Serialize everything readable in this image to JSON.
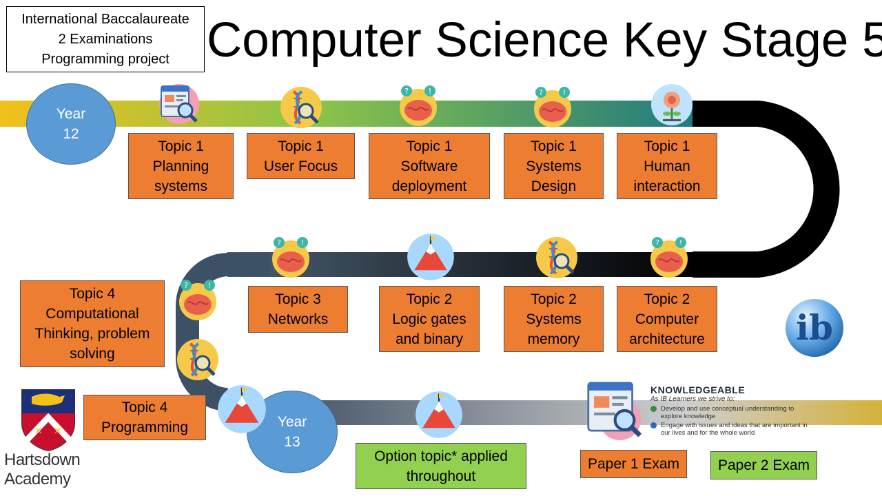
{
  "header": {
    "info_lines": [
      "International Baccalaureate",
      "2 Examinations",
      "Programming project"
    ],
    "title": "Computer Science Key Stage 5"
  },
  "years": {
    "year12": "Year\n12",
    "year13": "Year\n13"
  },
  "topics": {
    "planning_systems": "Topic 1\nPlanning\nsystems",
    "user_focus": "Topic 1\nUser Focus",
    "software_deployment": "Topic 1\nSoftware\ndeployment",
    "systems_design": "Topic 1\nSystems\nDesign",
    "human_interaction": "Topic 1\nHuman\ninteraction",
    "computational_thinking": "Topic 4\nComputational\nThinking, problem\nsolving",
    "networks": "Topic 3\nNetworks",
    "logic_gates": "Topic 2\nLogic gates\nand binary",
    "systems_memory": "Topic 2\nSystems\nmemory",
    "computer_architecture": "Topic 2\nComputer\narchitecture",
    "programming": "Topic 4\nProgramming",
    "option_topic": "Option topic* applied\nthroughout",
    "paper1": "Paper 1 Exam",
    "paper2": "Paper 2 Exam"
  },
  "knowledgeable": {
    "title": "KNOWLEDGEABLE",
    "subtitle": "As IB Learners we strive to:",
    "items": [
      "Develop and use conceptual understanding to explore knowledge",
      "Engage with issues and ideas that are important in our lives and for the whole world"
    ],
    "bullet_colors": [
      "#3a8a3a",
      "#2b6cb0"
    ]
  },
  "school": {
    "name_line1": "Hartsdown",
    "name_line2": "Academy"
  },
  "logos": {
    "ib_logo_text": "ib"
  },
  "colors": {
    "topic": "#ed7d31",
    "option": "#92d050",
    "year": "#5b9bd5"
  },
  "icons": [
    "planning-icon",
    "dna-magnifier-icon",
    "brain-idea-icon",
    "flower-brain-icon",
    "mountain-icon"
  ]
}
